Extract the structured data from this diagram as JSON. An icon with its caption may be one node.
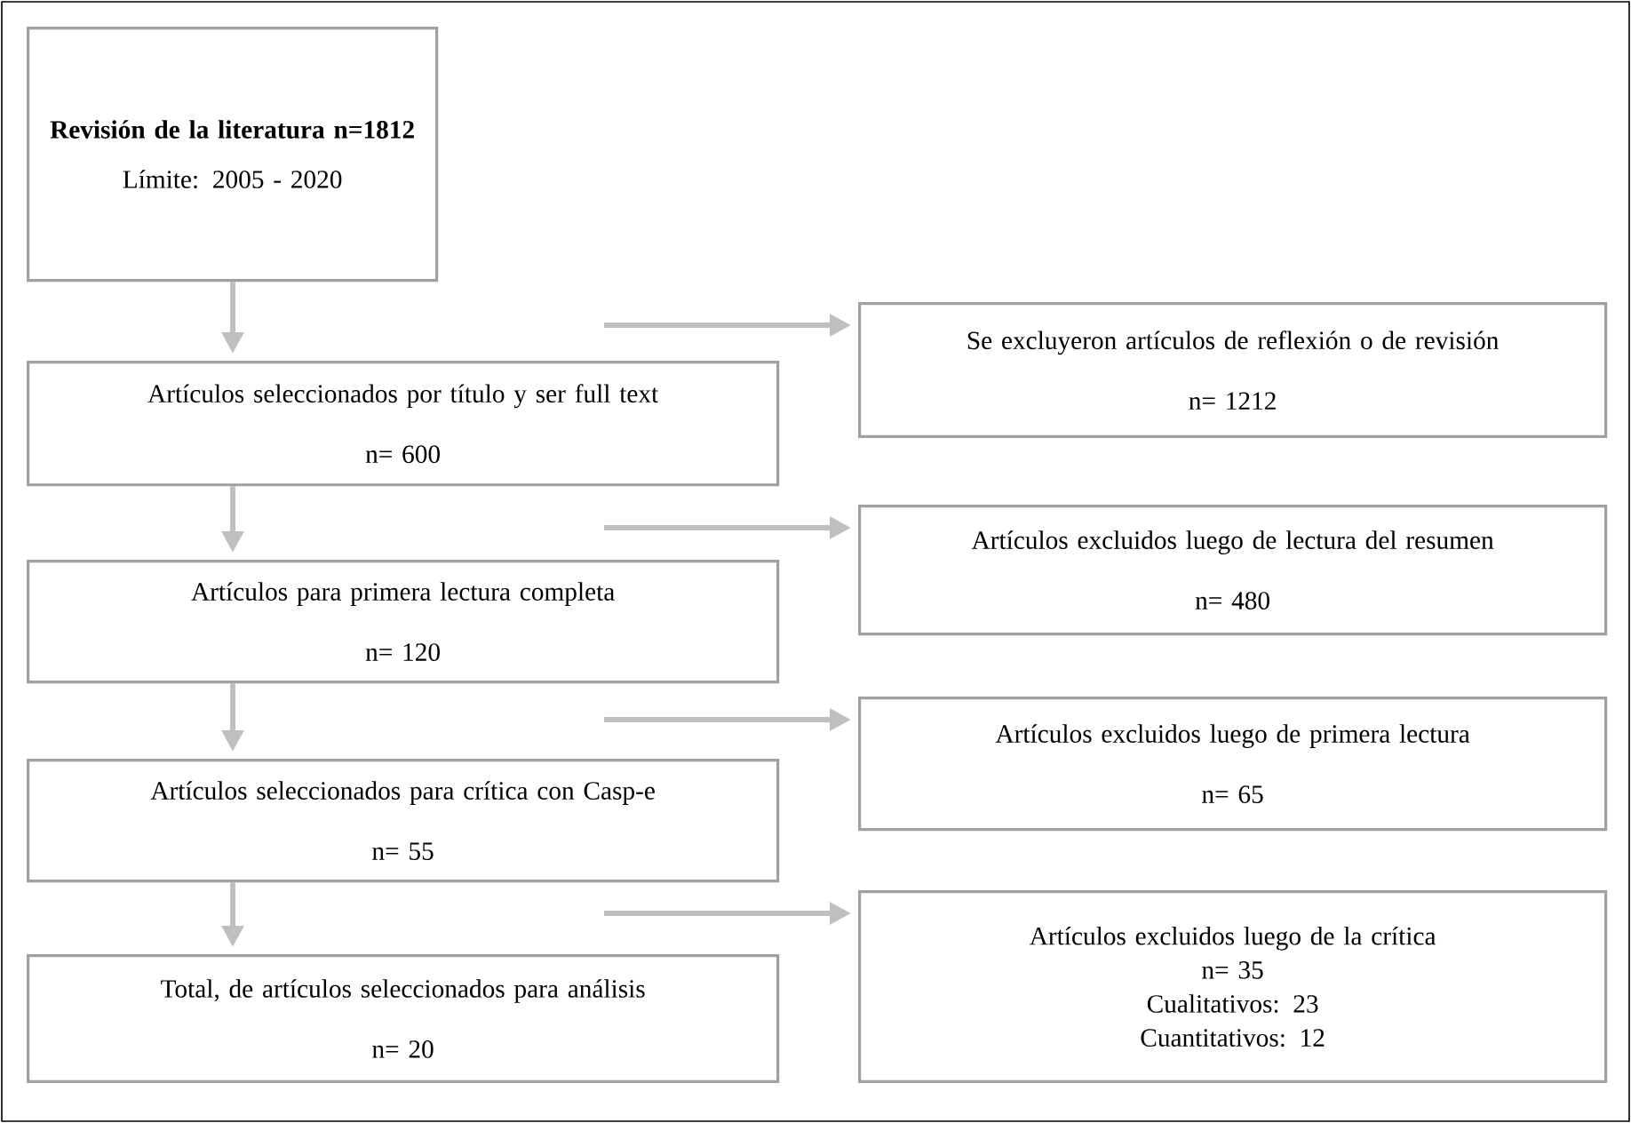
{
  "diagram": {
    "nodes": [
      {
        "text": [
          "Revisión de la literatura n=1812",
          "Límite: 2005 - 2020"
        ]
      },
      {
        "text": [
          "Se excluyeron artículos de reflexión o de revisión",
          "n= 1212"
        ]
      },
      {
        "text": [
          "Artículos seleccionados por título y ser full text",
          "n= 600"
        ]
      },
      {
        "text": [
          "Artículos excluidos luego de lectura del resumen",
          "n= 480"
        ]
      },
      {
        "text": [
          "Artículos para primera lectura completa",
          "n= 120"
        ]
      },
      {
        "text": [
          "Artículos excluidos luego de primera lectura",
          "n= 65"
        ]
      },
      {
        "text": [
          "Artículos seleccionados para crítica con Casp-e",
          "n= 55"
        ]
      },
      {
        "text": [
          "Artículos excluidos luego de la crítica",
          "n= 35",
          "Cualitativos: 23",
          "Cuantitativos: 12"
        ]
      },
      {
        "text": [
          "Total, de artículos seleccionados para análisis",
          "n= 20"
        ]
      }
    ],
    "edges": [
      {
        "from": 0,
        "to": 2,
        "arrow": "to"
      },
      {
        "from": null,
        "to": 1,
        "arrow": "to"
      },
      {
        "from": 2,
        "to": 4,
        "arrow": "to"
      },
      {
        "from": null,
        "to": 3,
        "arrow": "to"
      },
      {
        "from": 4,
        "to": 6,
        "arrow": "to"
      },
      {
        "from": null,
        "to": 5,
        "arrow": "to"
      },
      {
        "from": 6,
        "to": 8,
        "arrow": "to"
      },
      {
        "from": null,
        "to": 7,
        "arrow": "to"
      }
    ]
  }
}
